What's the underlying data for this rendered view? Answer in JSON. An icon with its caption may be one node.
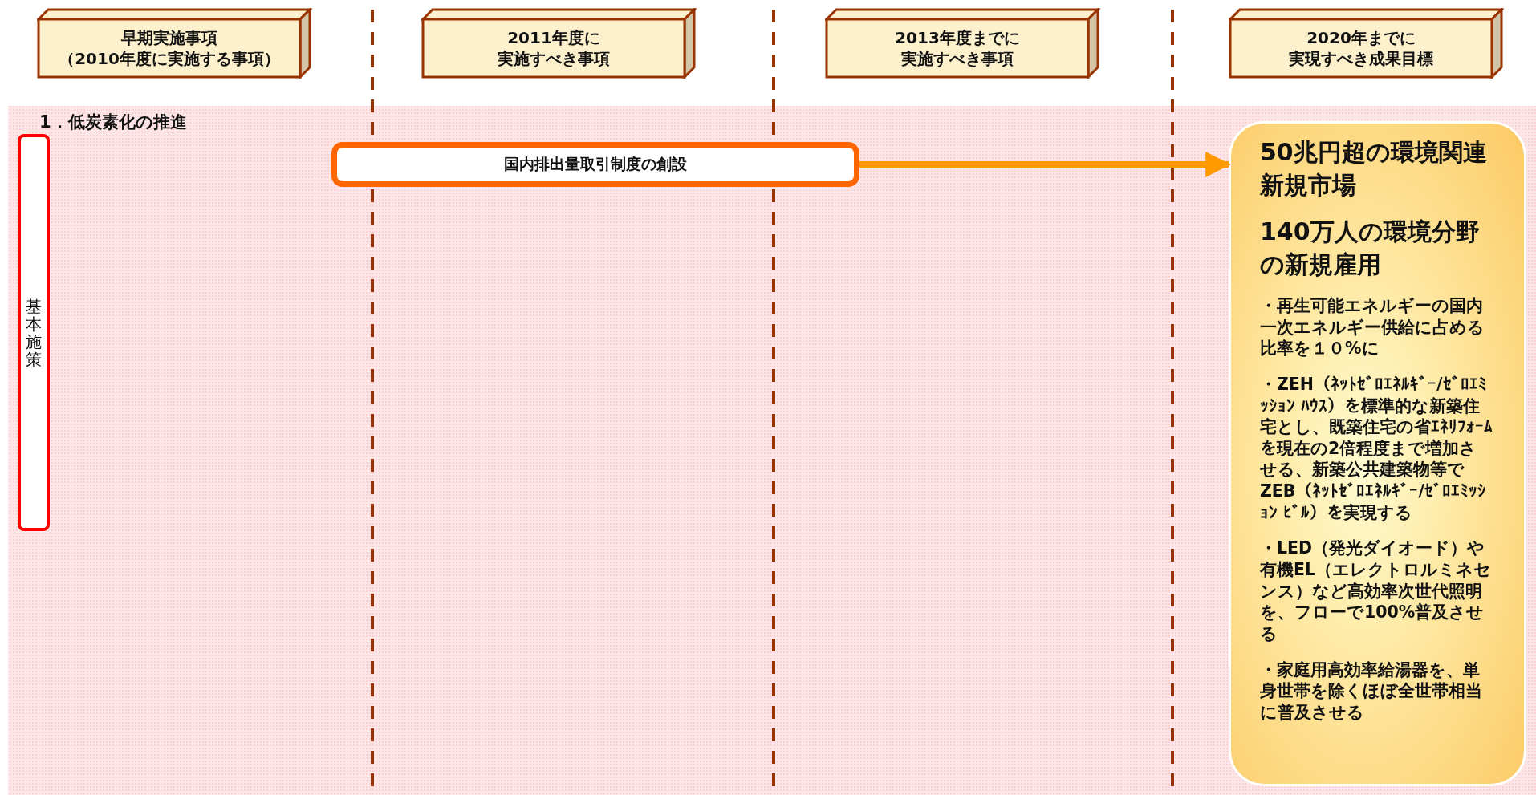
{
  "diagram": {
    "nodes": [
      {
        "text": [
          "早期実施事項（2010年度に実施する事項）"
        ]
      },
      {
        "text": [
          "2011年度に実施すべき事項"
        ]
      },
      {
        "text": [
          "2013年度までに実施すべき事項"
        ]
      },
      {
        "text": [
          "2020年までに実現すべき成果目標"
        ]
      },
      {
        "text": [
          "基本施策"
        ]
      },
      {
        "text": [
          "国内排出量取引制度の創設"
        ]
      },
      {
        "text": [
          "50兆円超の環境関連新規市場",
          "140万人の環境分野の新規雇用",
          "・再生可能エネルギーの国内一次エネルギー供給に占める比率を１０%に",
          "・ZEH（ﾈｯﾄｾﾞﾛｴﾈﾙｷﾞｰ/ｾﾞﾛｴﾐｯｼｮﾝ ﾊｳｽ）を標準的な新築住宅とし、既築住宅の省ｴﾈﾘﾌｫｰﾑを現在の2倍程度まで増加させる、新築公共建築物等でZEB（ﾈｯﾄｾﾞﾛｴﾈﾙｷﾞｰ/ｾﾞﾛｴﾐｯｼｮﾝ ﾋﾞﾙ）を実現する",
          "・LED（発光ダイオード）や有機EL（エレクトロルミネセンス）など高効率次世代照明を、フローで100%普及させる",
          "・家庭用高効率給湯器を、単身世帯を除くほぼ全世帯相当に普及させる"
        ]
      }
    ],
    "edges": [
      {
        "from": 5,
        "to": 6,
        "arrow": "to",
        "color": "#ff9900"
      }
    ],
    "labels": [
      "1．低炭素化の推進"
    ]
  }
}
